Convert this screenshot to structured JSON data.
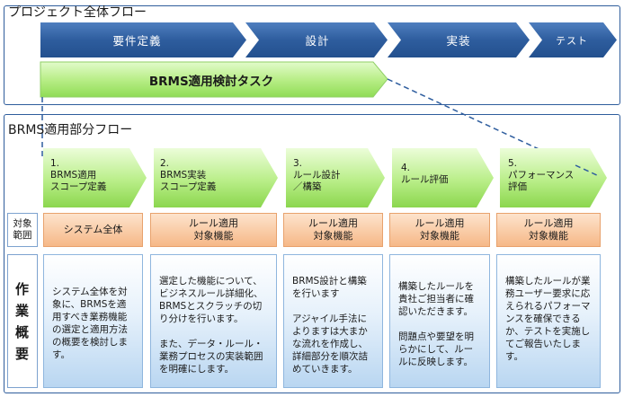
{
  "project_flow": {
    "title": "プロジェクト全体フロー",
    "phases": [
      "要件定義",
      "設計",
      "実装",
      "テスト"
    ],
    "task": "BRMS適用検討タスク"
  },
  "brms_flow": {
    "title": "BRMS適用部分フロー",
    "row_labels": {
      "target": "対象\n範囲",
      "work": "作\n業\n概\n要"
    },
    "steps": [
      {
        "label": "1.\nBRMS適用\nスコープ定義",
        "scope": "システム全体",
        "description": "システム全体を対象に、BRMSを適用すべき業務機能の選定と適用方法の概要を検討します。"
      },
      {
        "label": "2.\nBRMS実装\nスコープ定義",
        "scope": "ルール適用\n対象機能",
        "description": "選定した機能について、ビジネスルール詳細化、BRMSとスクラッチの切り分けを行います。\n\nまた、データ・ルール・業務プロセスの実装範囲を明確にします。"
      },
      {
        "label": "3.\nルール設計\n／構築",
        "scope": "ルール適用\n対象機能",
        "description": "BRMS設計と構築を行います\n\nアジャイル手法によりますは大まかな流れを作成し、詳細部分を順次詰めていきます。"
      },
      {
        "label": "4.\nルール評価",
        "scope": "ルール適用\n対象機能",
        "description": "構築したルールを貴社ご担当者に確認いただきます。\n\n問題点や要望を明らかにして、ルールに反映します。"
      },
      {
        "label": "5.\nパフォーマンス\n評価",
        "scope": "ルール適用\n対象機能",
        "description": "構築したルールが業務ユーザー要求に応えられるパフォーマンスを確保できるか、テストを実施してご報告いたします。"
      }
    ]
  },
  "colors": {
    "frame": "#2f5d9c",
    "phase_fill": "#2e5d9e",
    "step_green": "#b9ee88",
    "scope_orange": "#f6b887",
    "desc_blue": "#b9d6f1"
  }
}
